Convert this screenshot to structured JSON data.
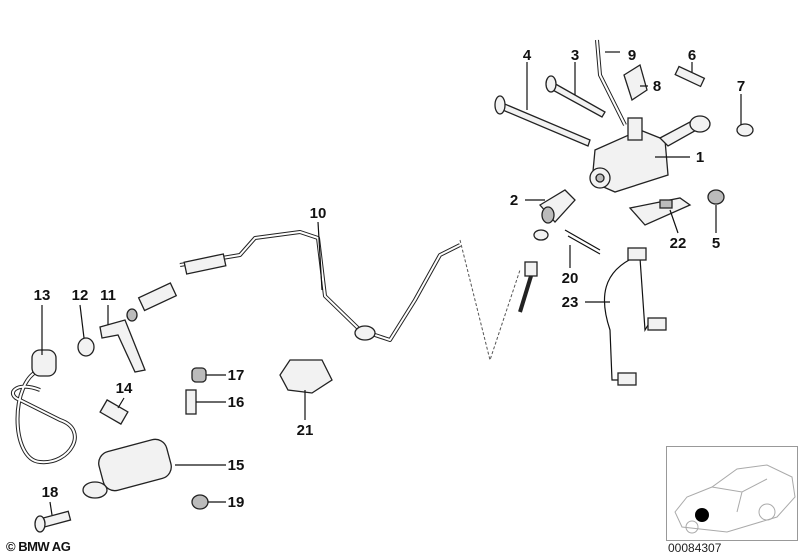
{
  "diagram": {
    "callouts": [
      "1",
      "2",
      "3",
      "4",
      "5",
      "6",
      "7",
      "8",
      "9",
      "10",
      "11",
      "12",
      "13",
      "14",
      "15",
      "16",
      "17",
      "18",
      "19",
      "20",
      "21",
      "22",
      "23"
    ],
    "copyright": "© BMW AG",
    "diagram_number": "00084307",
    "thumbnail": "car-location-thumbnail"
  }
}
